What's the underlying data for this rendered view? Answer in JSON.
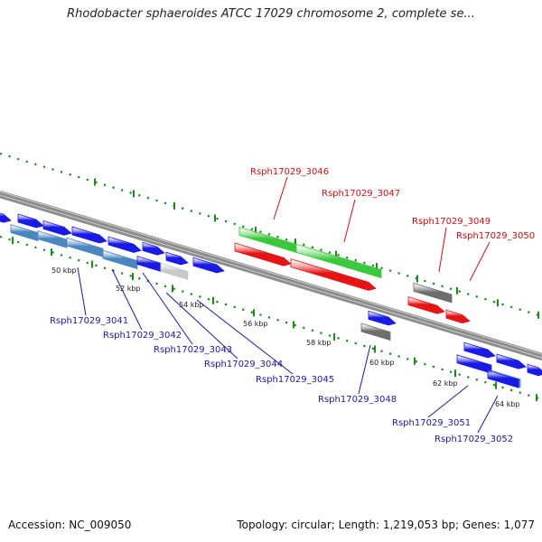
{
  "title": "Rhodobacter sphaeroides ATCC 17029 chromosome 2, complete se...",
  "accession_text": "Accession: NC_009050",
  "topology_text": "Topology: circular; Length: 1,219,053 bp; Genes: 1,077",
  "colors": {
    "blue_gene": "#1a1ae6",
    "steelblue_gene": "#4a86c0",
    "green_gene": "#3cc83c",
    "red_gene": "#e61414",
    "gray_gene": "#6e6e6e",
    "lightgray_gene": "#c8c8c8",
    "tick": "#1a8a1a",
    "label_blue": "#1a1aa0",
    "label_red": "#cc1010"
  },
  "scale_labels": [
    "50 kbp",
    "52 kbp",
    "54 kbp",
    "56 kbp",
    "58 kbp",
    "60 kbp",
    "62 kbp",
    "64 kbp"
  ],
  "genes": [
    {
      "label": "Rsph17029_3041",
      "color": "blue"
    },
    {
      "label": "Rsph17029_3042",
      "color": "blue"
    },
    {
      "label": "Rsph17029_3043",
      "color": "blue"
    },
    {
      "label": "Rsph17029_3044",
      "color": "blue"
    },
    {
      "label": "Rsph17029_3045",
      "color": "blue"
    },
    {
      "label": "Rsph17029_3046",
      "color": "red"
    },
    {
      "label": "Rsph17029_3047",
      "color": "red"
    },
    {
      "label": "Rsph17029_3048",
      "color": "blue"
    },
    {
      "label": "Rsph17029_3049",
      "color": "red"
    },
    {
      "label": "Rsph17029_3050",
      "color": "red"
    },
    {
      "label": "Rsph17029_3051",
      "color": "blue"
    },
    {
      "label": "Rsph17029_3052",
      "color": "blue"
    }
  ]
}
